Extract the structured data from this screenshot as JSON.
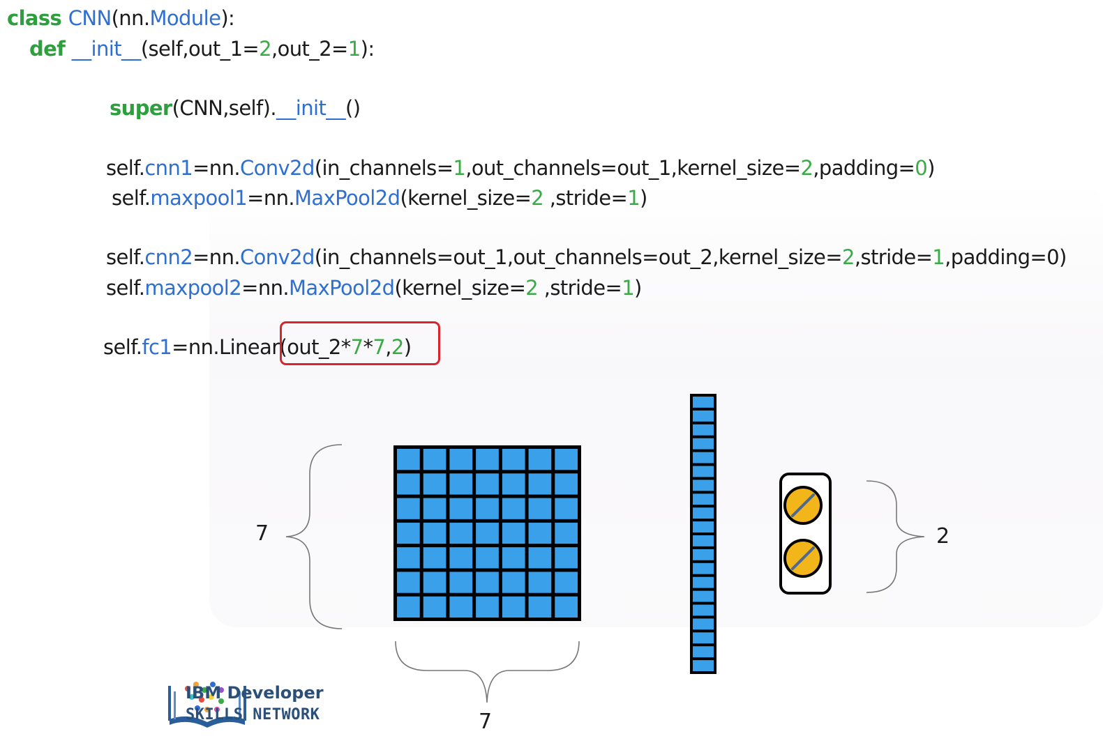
{
  "code": {
    "lines": [
      [
        [
          "k",
          "class "
        ],
        [
          "f",
          "CNN"
        ],
        [
          "c",
          "(nn."
        ],
        [
          "f",
          "Module"
        ],
        [
          "c",
          "):"
        ]
      ],
      [
        [
          "k",
          "def "
        ],
        [
          "f",
          "__init__"
        ],
        [
          "c",
          "(self,out_1="
        ],
        [
          "n",
          "2"
        ],
        [
          "c",
          ",out_2="
        ],
        [
          "n",
          "1"
        ],
        [
          "c",
          "):"
        ]
      ],
      [
        [
          "k",
          "super"
        ],
        [
          "c",
          "(CNN,self)."
        ],
        [
          "f",
          "__init__"
        ],
        [
          "c",
          "()"
        ]
      ],
      [
        [
          "c",
          "self."
        ],
        [
          "f",
          "cnn1"
        ],
        [
          "c",
          "=nn."
        ],
        [
          "f",
          "Conv2d"
        ],
        [
          "c",
          "(in_channels="
        ],
        [
          "n",
          "1"
        ],
        [
          "c",
          ",out_channels=out_1,kernel_size="
        ],
        [
          "n",
          "2"
        ],
        [
          "c",
          ",padding="
        ],
        [
          "n",
          "0"
        ],
        [
          "c",
          ")"
        ]
      ],
      [
        [
          "c",
          "self."
        ],
        [
          "f",
          "maxpool1"
        ],
        [
          "c",
          "=nn."
        ],
        [
          "f",
          "MaxPool2d"
        ],
        [
          "c",
          "(kernel_size="
        ],
        [
          "n",
          "2"
        ],
        [
          "c",
          " ,stride="
        ],
        [
          "n",
          "1"
        ],
        [
          "c",
          ")"
        ]
      ],
      [
        [
          "c",
          "self."
        ],
        [
          "f",
          "cnn2"
        ],
        [
          "c",
          "=nn."
        ],
        [
          "f",
          "Conv2d"
        ],
        [
          "c",
          "(in_channels=out_1,out_channels=out_2,kernel_size="
        ],
        [
          "n",
          "2"
        ],
        [
          "c",
          ",stride="
        ],
        [
          "n",
          "1"
        ],
        [
          "c",
          ",padding=0)"
        ]
      ],
      [
        [
          "c",
          "self."
        ],
        [
          "f",
          "maxpool2"
        ],
        [
          "c",
          "=nn."
        ],
        [
          "f",
          "MaxPool2d"
        ],
        [
          "c",
          "(kernel_size="
        ],
        [
          "n",
          "2"
        ],
        [
          "c",
          " ,stride="
        ],
        [
          "n",
          "1"
        ],
        [
          "c",
          ")"
        ]
      ],
      [
        [
          "c",
          "self."
        ],
        [
          "f",
          "fc1"
        ],
        [
          "c",
          "=nn.Linear(out_2*"
        ],
        [
          "n",
          "7"
        ],
        [
          "c",
          "*"
        ],
        [
          "n",
          "7"
        ],
        [
          "c",
          ","
        ],
        [
          "n",
          "2"
        ],
        [
          "c",
          ")"
        ]
      ]
    ]
  },
  "diagram": {
    "grid": {
      "rows": 7,
      "cols": 7
    },
    "flattened_units": 20,
    "output_neurons": 2,
    "labels": {
      "height": "7",
      "width": "7",
      "output": "2"
    }
  },
  "colors": {
    "keyword": "#2e9e3e",
    "function": "#2f6fd0",
    "number": "#3aab46",
    "highlight": "#d8242a",
    "cell": "#3aa0ea",
    "neuron": "#f2b51a"
  },
  "logo": {
    "line1": "IBM Developer",
    "line2": "SKILLS NETWORK"
  }
}
